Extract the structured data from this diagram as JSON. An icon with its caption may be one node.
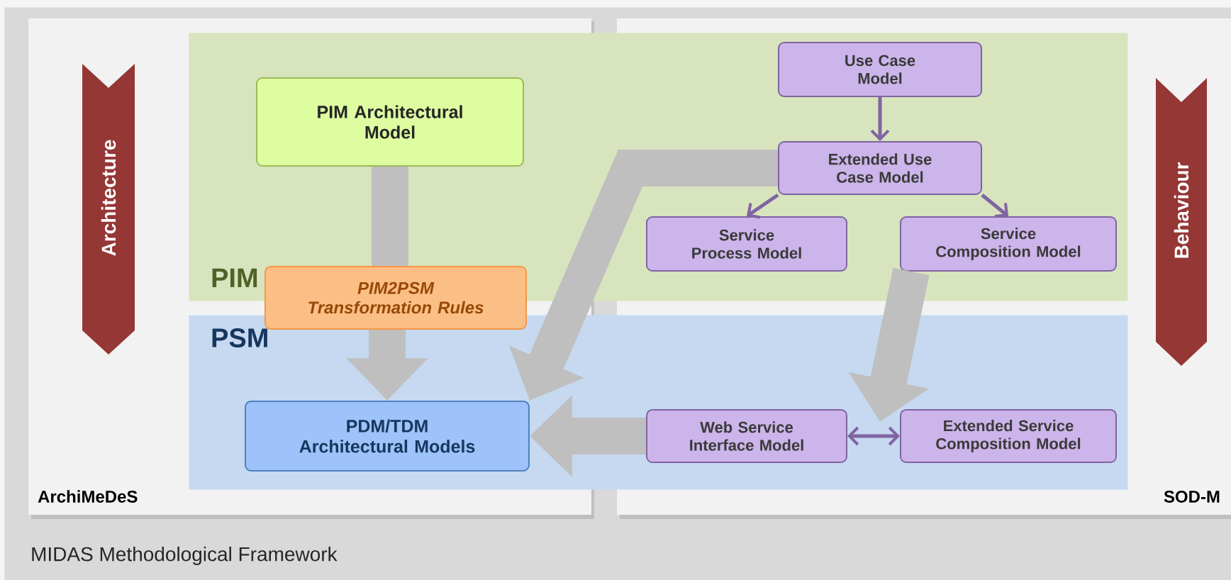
{
  "diagram": {
    "nodes": [
      {
        "text": [
          "MIDAS Methodological Framework"
        ]
      },
      {
        "text": [
          "PIM"
        ],
        "in": 0
      },
      {
        "text": [
          "PSM"
        ],
        "in": 0
      },
      {
        "text": [
          "Architecture"
        ],
        "in": 0
      },
      {
        "text": [
          "Behaviour"
        ],
        "in": 0
      },
      {
        "text": [
          "PIM Architectural Model"
        ],
        "in": 1
      },
      {
        "text": [
          "PIM2PSM Transformation Rules"
        ],
        "in": 0
      },
      {
        "text": [
          "PDM/TDM Architectural Models"
        ],
        "in": 2
      },
      {
        "text": [
          "Use Case Model"
        ],
        "in": 1
      },
      {
        "text": [
          "Extended Use Case Model"
        ],
        "in": 1
      },
      {
        "text": [
          "Service Process Model"
        ],
        "in": 1
      },
      {
        "text": [
          "Service Composition Model"
        ],
        "in": 1
      },
      {
        "text": [
          "Web Service Interface Model"
        ],
        "in": 2
      },
      {
        "text": [
          "Extended Service Composition Model"
        ],
        "in": 2
      }
    ],
    "edges": [
      {
        "from": 5,
        "to": 6,
        "arrow": "none"
      },
      {
        "from": 6,
        "to": 7,
        "arrow": "to"
      },
      {
        "from": 9,
        "to": 7,
        "arrow": "to"
      },
      {
        "from": 11,
        "to": 12,
        "arrow": "to"
      },
      {
        "from": 12,
        "to": 7,
        "arrow": "to"
      },
      {
        "from": 8,
        "to": 9,
        "arrow": "to",
        "color": "#8064a2"
      },
      {
        "from": 9,
        "to": 10,
        "arrow": "to",
        "color": "#8064a2"
      },
      {
        "from": 9,
        "to": 11,
        "arrow": "to",
        "color": "#8064a2"
      },
      {
        "from": 12,
        "to": 13,
        "arrow": "both",
        "color": "#8064a2"
      }
    ],
    "labels": [
      "ArchiMeDeS",
      "SOD-M"
    ]
  }
}
